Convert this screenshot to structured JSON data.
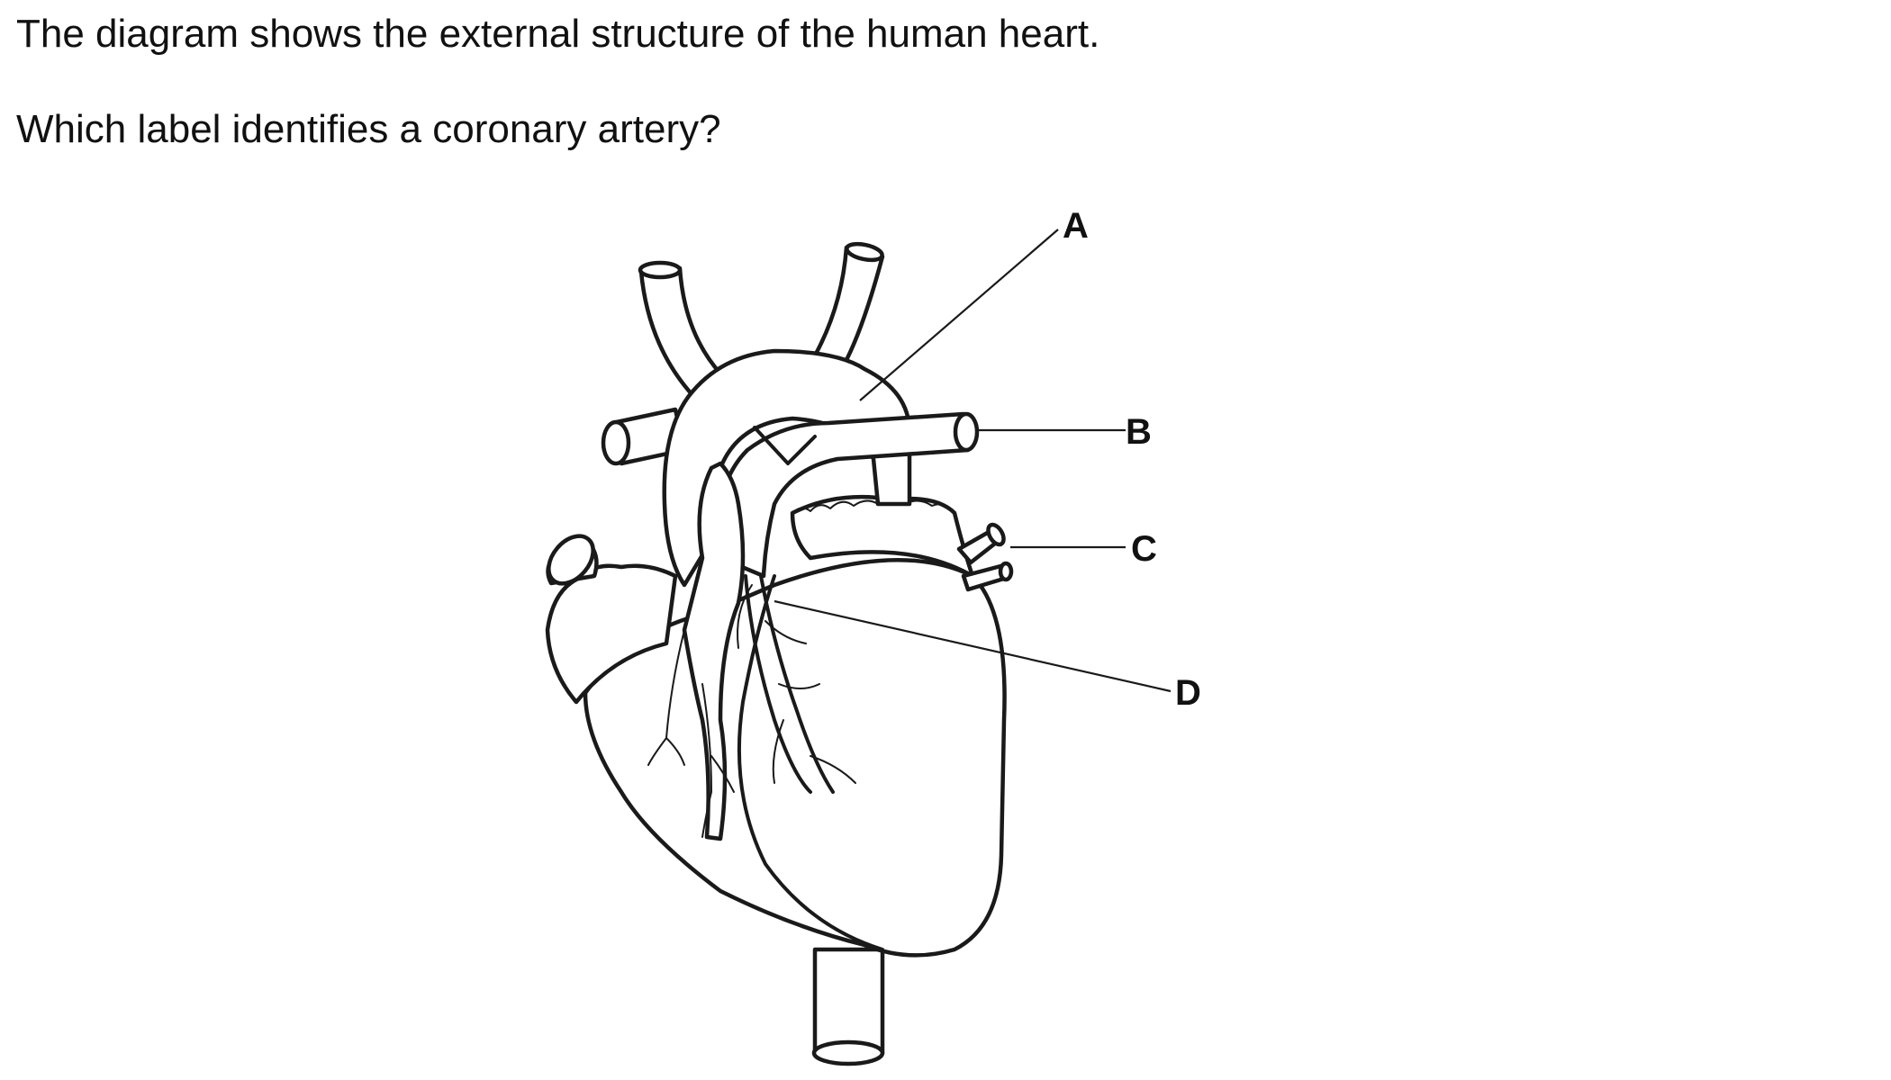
{
  "question": {
    "line1": "The diagram shows the external structure of the human heart.",
    "line2": "Which label identifies a coronary artery?"
  },
  "diagram": {
    "labels": {
      "a": "A",
      "b": "B",
      "c": "C",
      "d": "D"
    },
    "line_color": "#1a1a1a"
  }
}
